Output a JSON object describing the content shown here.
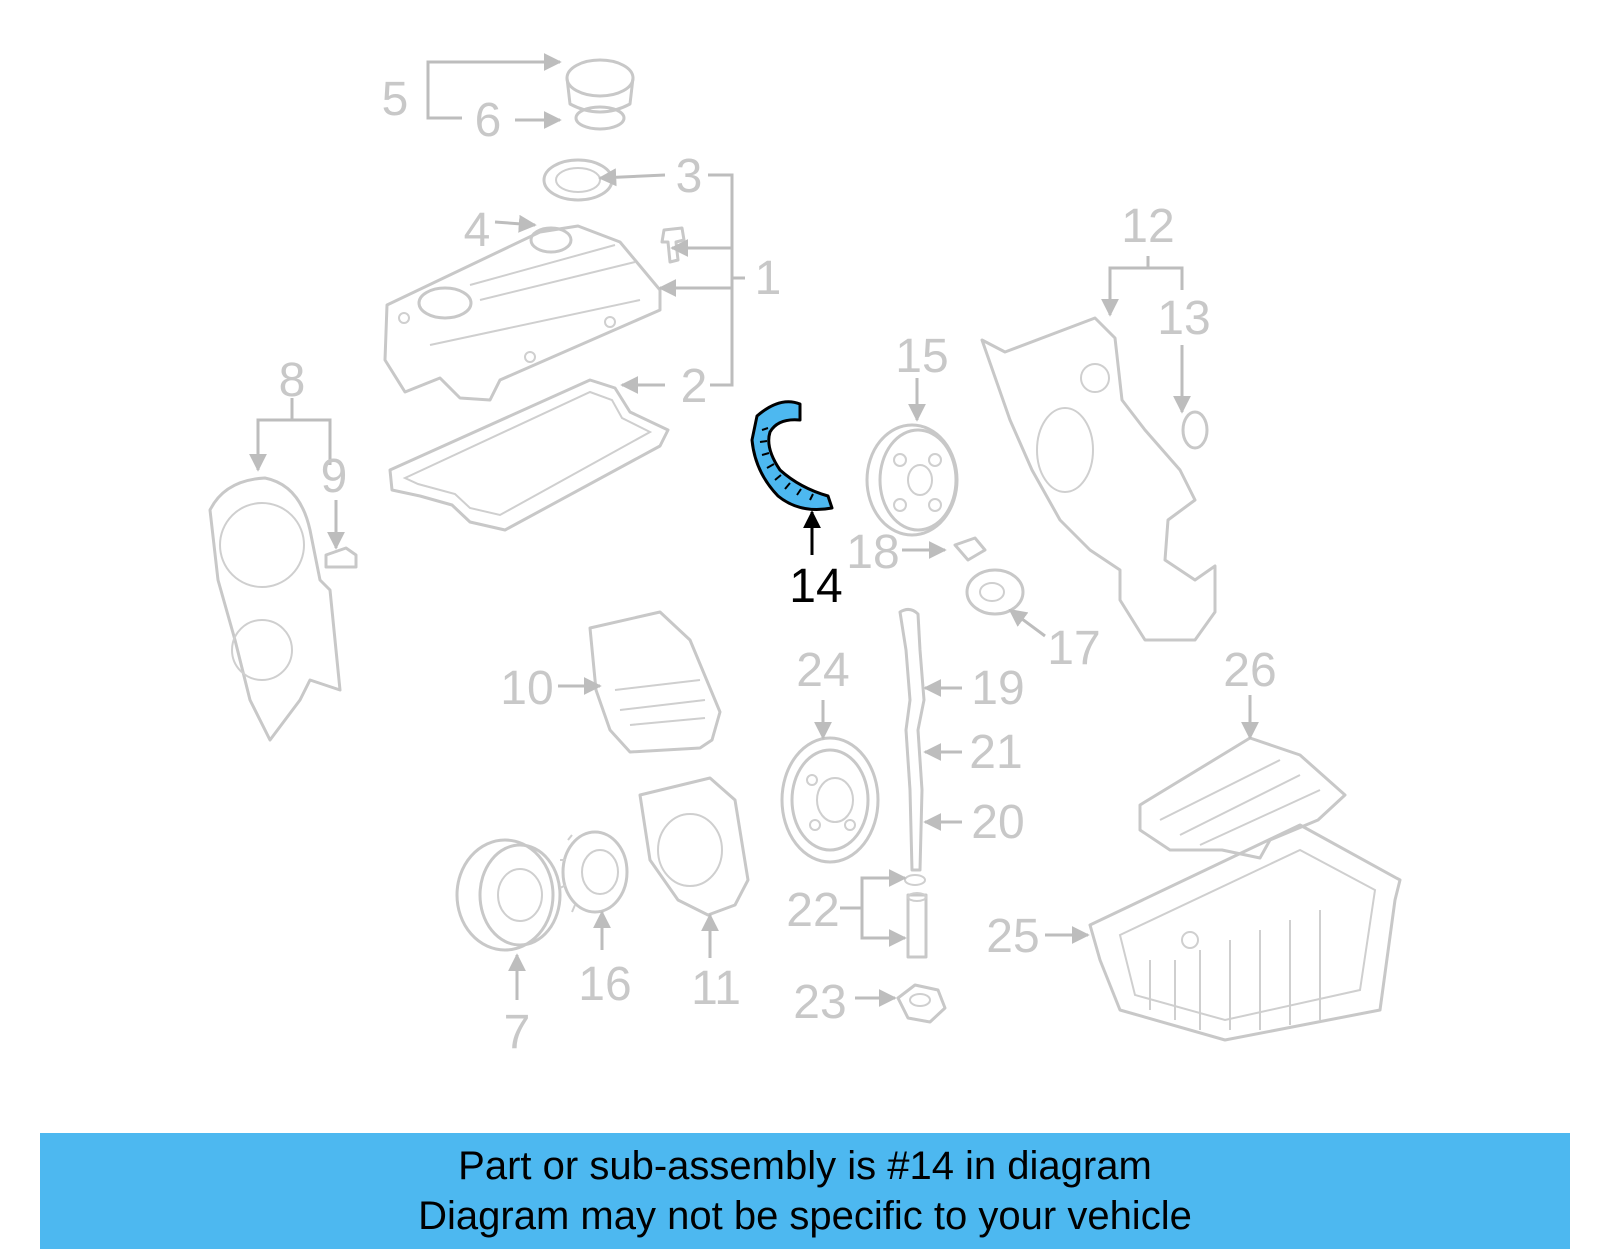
{
  "diagram": {
    "callouts": [
      "1",
      "2",
      "3",
      "4",
      "5",
      "6",
      "7",
      "8",
      "9",
      "10",
      "11",
      "12",
      "13",
      "14",
      "15",
      "16",
      "17",
      "18",
      "19",
      "20",
      "21",
      "22",
      "23",
      "24",
      "25",
      "26"
    ],
    "highlighted_callout": "14",
    "colors": {
      "muted_part": "#c8c8c8",
      "highlight_part": "#4db8f0",
      "highlight_label": "#000000"
    }
  },
  "footer": {
    "line1": "Part or sub-assembly is #14 in diagram",
    "line2": "Diagram may not be specific to your vehicle",
    "background": "#4db8f0"
  }
}
